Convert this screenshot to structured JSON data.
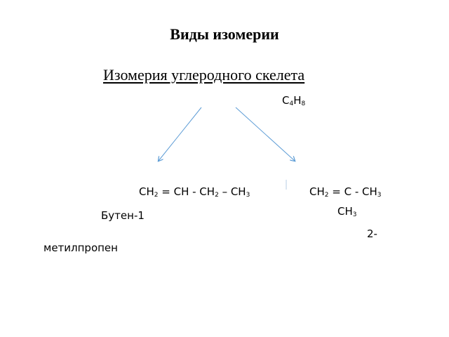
{
  "slide": {
    "title": "Виды изомерии",
    "subtitle": "Изомерия углеродного скелета",
    "formula": {
      "c": "C",
      "c_n": "4",
      "h": "H",
      "h_n": "8"
    },
    "left_isomer": {
      "formula": [
        {
          "t": "CH"
        },
        {
          "sub": "2"
        },
        {
          "t": " = CH - CH"
        },
        {
          "sub": "2"
        },
        {
          "t": " – CH"
        },
        {
          "sub": "3"
        }
      ],
      "name": "Бутен-1"
    },
    "right_isomer": {
      "formula": [
        {
          "t": "CH"
        },
        {
          "sub": "2"
        },
        {
          "t": " = C - CH"
        },
        {
          "sub": "3"
        }
      ],
      "branch": [
        {
          "t": "CH"
        },
        {
          "sub": "3"
        }
      ],
      "name_part1": "2-",
      "name_part2": "метилпропен"
    },
    "arrow_color": "#5b9bd5"
  }
}
